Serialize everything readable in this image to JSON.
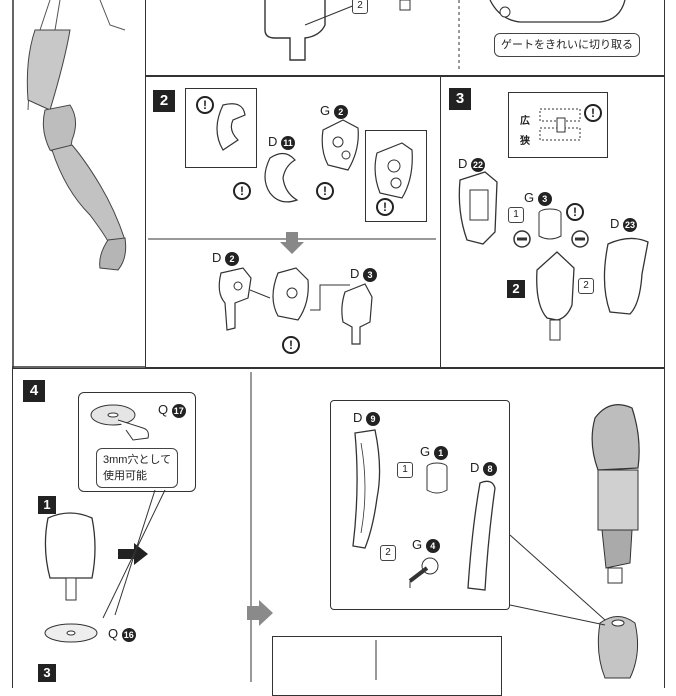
{
  "note_gate": "ゲートをきれいに切り取る",
  "warn_symbol": "!",
  "step2": {
    "number": "2",
    "part_d11": "D",
    "part_d11_num": "11",
    "part_g2": "G",
    "part_g2_num": "2",
    "part_d2": "D",
    "part_d2_num": "2",
    "part_d3": "D",
    "part_d3_num": "3"
  },
  "step3": {
    "number": "3",
    "label_wide": "広",
    "label_narrow": "狭",
    "part_d22": "D",
    "part_d22_num": "22",
    "part_g3": "G",
    "part_g3_num": "3",
    "part_d23": "D",
    "part_d23_num": "23",
    "sub_badge": "2",
    "order1": "1",
    "order2": "2"
  },
  "step4": {
    "number": "4",
    "part_q17": "Q",
    "part_q17_num": "17",
    "note_hole_line1": "3mm穴として",
    "note_hole_line2": "使用可能",
    "sub1": "1",
    "sub3": "3",
    "part_q16": "Q",
    "part_q16_num": "16",
    "part_d9": "D",
    "part_d9_num": "9",
    "part_g1": "G",
    "part_g1_num": "1",
    "part_d8": "D",
    "part_d8_num": "8",
    "part_g4": "G",
    "part_g4_num": "4",
    "order1": "1",
    "order2": "2"
  },
  "step1_top": {
    "order2": "2"
  }
}
